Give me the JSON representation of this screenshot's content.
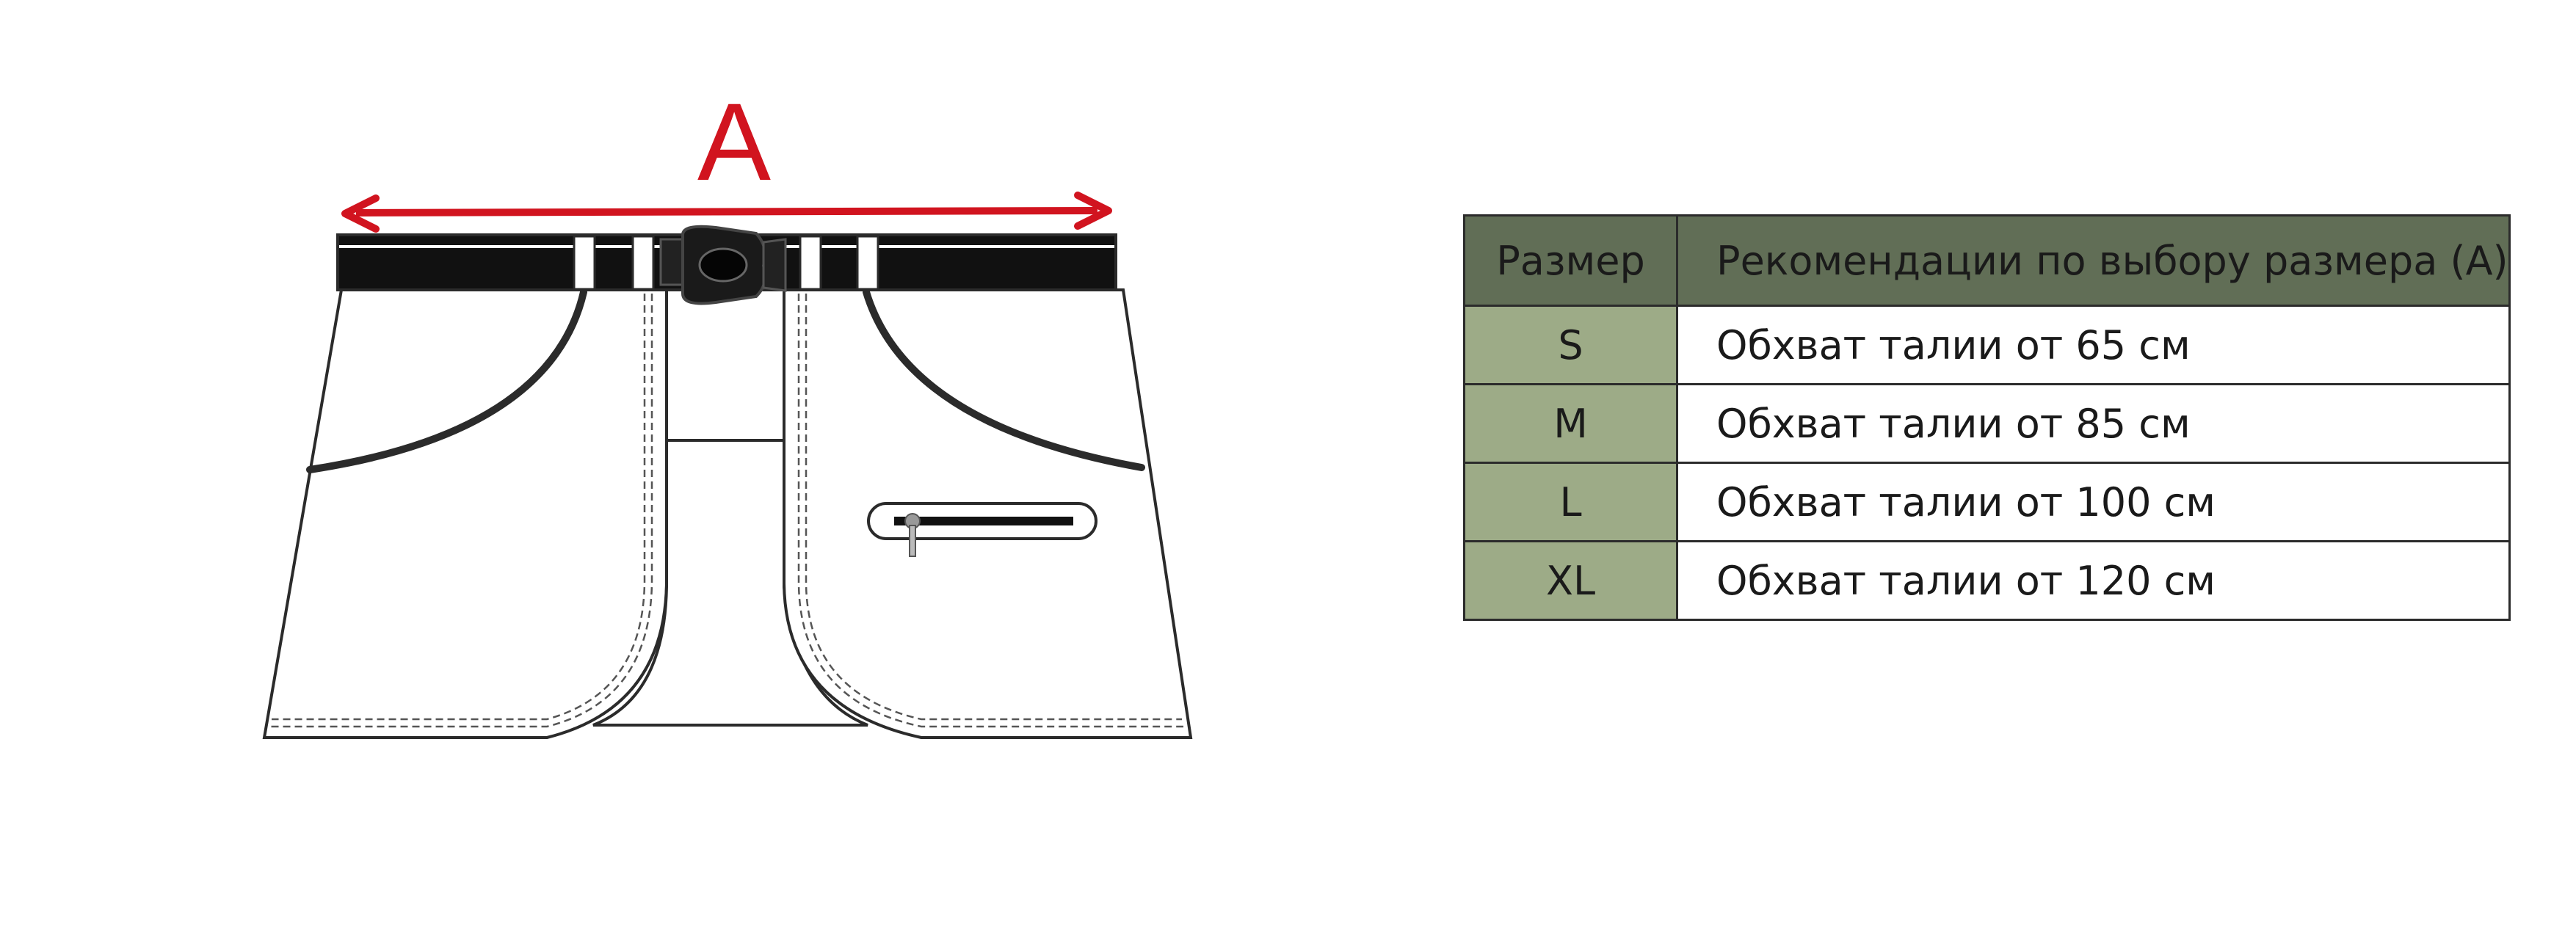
{
  "diagram": {
    "measure_label": "A",
    "arrow_color": "#d1141f"
  },
  "table": {
    "header_color": "#616e56",
    "size_cell_color": "#9dab87",
    "headers": {
      "size": "Размер",
      "recommendation": "Рекомендации по выбору размера (А)"
    },
    "rows": [
      {
        "size": "S",
        "recommendation": "Обхват талии от 65 см"
      },
      {
        "size": "M",
        "recommendation": "Обхват талии от 85 см"
      },
      {
        "size": "L",
        "recommendation": "Обхват талии от 100 см"
      },
      {
        "size": "XL",
        "recommendation": "Обхват талии от 120 см"
      }
    ]
  }
}
